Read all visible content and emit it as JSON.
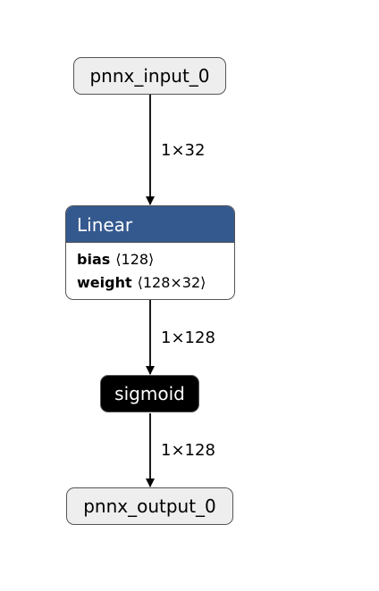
{
  "nodes": {
    "input": {
      "label": "pnnx_input_0"
    },
    "linear": {
      "label": "Linear",
      "attrs": [
        {
          "name": "bias",
          "shape": "⟨128⟩"
        },
        {
          "name": "weight",
          "shape": "⟨128×32⟩"
        }
      ]
    },
    "sigmoid": {
      "label": "sigmoid"
    },
    "output": {
      "label": "pnnx_output_0"
    }
  },
  "edges": [
    {
      "from": "input",
      "to": "linear",
      "label": "1×32"
    },
    {
      "from": "linear",
      "to": "sigmoid",
      "label": "1×128"
    },
    {
      "from": "sigmoid",
      "to": "output",
      "label": "1×128"
    }
  ],
  "colors": {
    "linear_header": "#34598f",
    "io_fill": "#eeeeee",
    "activation_fill": "#000000",
    "border": "#555555"
  }
}
